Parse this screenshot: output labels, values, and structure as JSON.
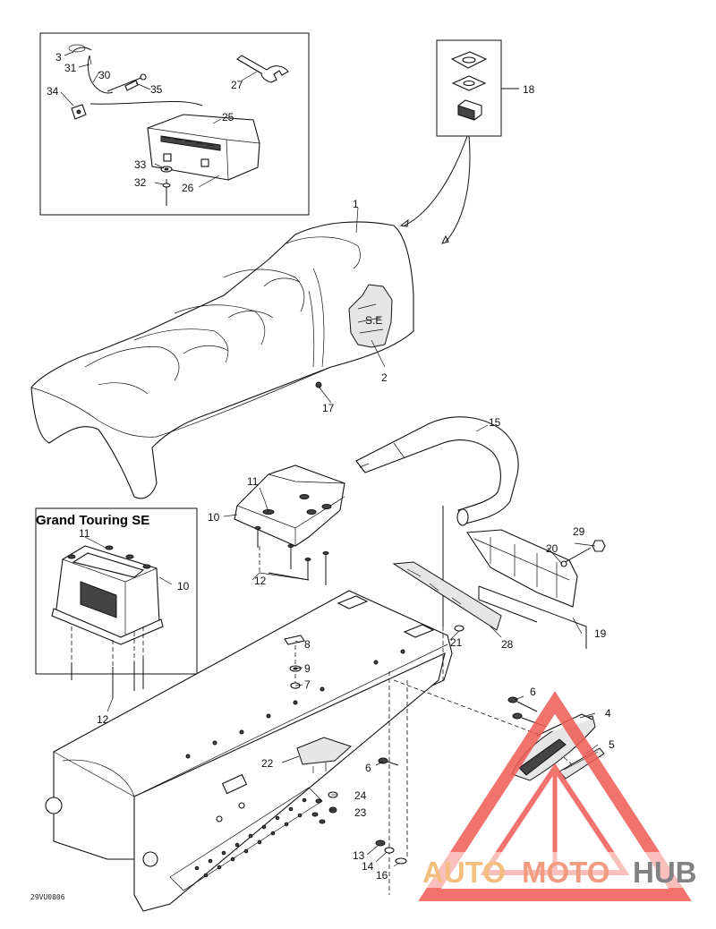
{
  "diagram": {
    "doc_id": "29VU0806",
    "inset_title": "Grand Touring SE",
    "seat_emblem": "S.E",
    "callouts": [
      {
        "id": "c1",
        "label": "1"
      },
      {
        "id": "c2",
        "label": "2"
      },
      {
        "id": "c3",
        "label": "3"
      },
      {
        "id": "c4",
        "label": "4"
      },
      {
        "id": "c5",
        "label": "5"
      },
      {
        "id": "c6a",
        "label": "6"
      },
      {
        "id": "c6b",
        "label": "6"
      },
      {
        "id": "c7",
        "label": "7"
      },
      {
        "id": "c8",
        "label": "8"
      },
      {
        "id": "c9",
        "label": "9"
      },
      {
        "id": "c10a",
        "label": "10"
      },
      {
        "id": "c10b",
        "label": "10"
      },
      {
        "id": "c11a",
        "label": "11"
      },
      {
        "id": "c11b",
        "label": "11"
      },
      {
        "id": "c12a",
        "label": "12"
      },
      {
        "id": "c12b",
        "label": "12"
      },
      {
        "id": "c13",
        "label": "13"
      },
      {
        "id": "c14",
        "label": "14"
      },
      {
        "id": "c15",
        "label": "15"
      },
      {
        "id": "c16",
        "label": "16"
      },
      {
        "id": "c17",
        "label": "17"
      },
      {
        "id": "c18",
        "label": "18"
      },
      {
        "id": "c19",
        "label": "19"
      },
      {
        "id": "c20",
        "label": "20"
      },
      {
        "id": "c21",
        "label": "21"
      },
      {
        "id": "c22",
        "label": "22"
      },
      {
        "id": "c23",
        "label": "23"
      },
      {
        "id": "c24",
        "label": "24"
      },
      {
        "id": "c25",
        "label": "25"
      },
      {
        "id": "c26",
        "label": "26"
      },
      {
        "id": "c27",
        "label": "27"
      },
      {
        "id": "c28",
        "label": "28"
      },
      {
        "id": "c29",
        "label": "29"
      },
      {
        "id": "c30",
        "label": "30"
      },
      {
        "id": "c31",
        "label": "31"
      },
      {
        "id": "c32",
        "label": "32"
      },
      {
        "id": "c33",
        "label": "33"
      },
      {
        "id": "c34",
        "label": "34"
      },
      {
        "id": "c35",
        "label": "35"
      }
    ]
  },
  "watermark": {
    "brand_auto": "AUTO",
    "brand_moto": "MOTO",
    "brand_hub": "HUB",
    "colors": {
      "auto": "#f3b36a",
      "moto": "#ef8a6a",
      "hub": "#6d6d6d",
      "triangle": "#ee5b55"
    }
  }
}
